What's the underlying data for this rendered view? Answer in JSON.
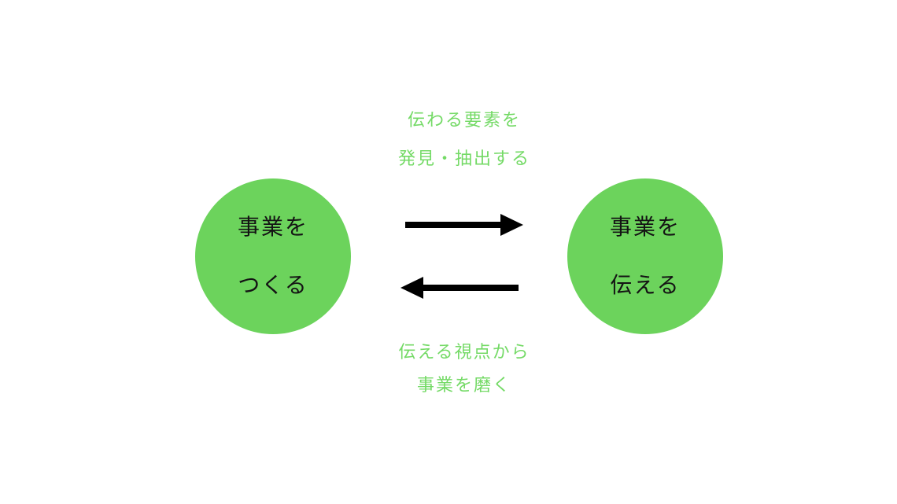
{
  "page": {
    "background": "#ffffff"
  },
  "diagram": {
    "colors": {
      "circle_green": "#6cd35c",
      "label_green": "#74da66",
      "circle_text": "#141414",
      "arrow_black": "#000000"
    },
    "top_label": {
      "line1": "伝わる要素を",
      "line2": "発見・抽出する"
    },
    "bottom_label": {
      "line1": "伝える視点から",
      "line2": "事業を磨く"
    },
    "left_circle": {
      "line1": "事業を",
      "line2": "つくる"
    },
    "right_circle": {
      "line1": "事業を",
      "line2": "伝える"
    },
    "arrows": {
      "top_direction": "right",
      "bottom_direction": "left"
    }
  }
}
